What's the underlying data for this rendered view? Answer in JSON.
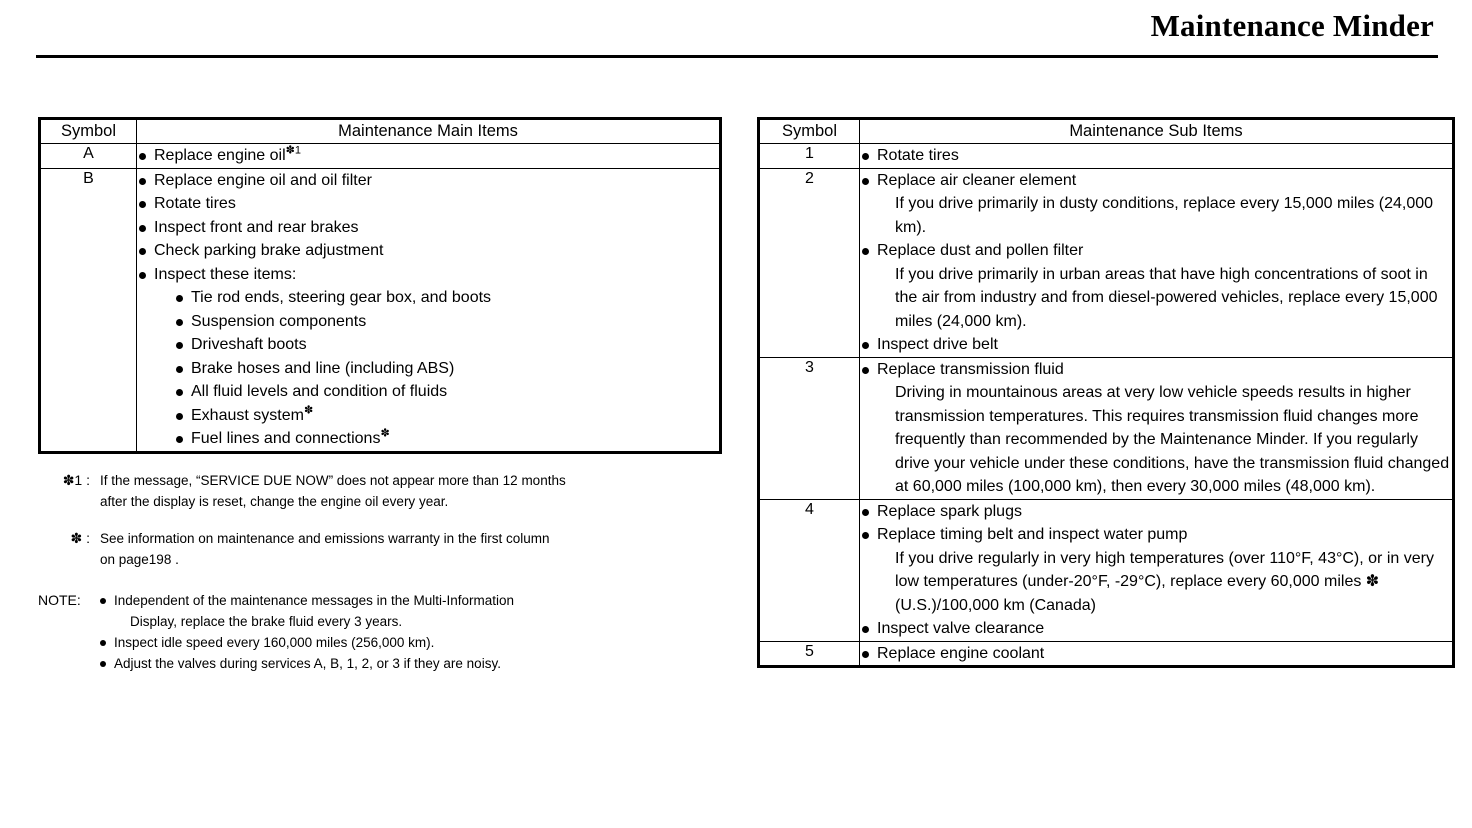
{
  "header": {
    "title": "Maintenance Minder"
  },
  "main_table": {
    "headers": [
      "Symbol",
      "Maintenance Main Items"
    ],
    "rows": [
      {
        "symbol": "A",
        "items": [
          {
            "text": "Replace engine oil",
            "sup": "✽1"
          }
        ]
      },
      {
        "symbol": "B",
        "items": [
          {
            "text": "Replace engine oil and oil filter"
          },
          {
            "text": "Rotate tires"
          },
          {
            "text": "Inspect front and rear brakes"
          },
          {
            "text": "Check parking brake adjustment"
          },
          {
            "text": "Inspect these items:",
            "children": [
              {
                "text": "Tie rod ends, steering gear box, and boots"
              },
              {
                "text": "Suspension components"
              },
              {
                "text": "Driveshaft boots"
              },
              {
                "text": "Brake hoses and line (including ABS)"
              },
              {
                "text": "All fluid levels and condition of fluids"
              },
              {
                "text": "Exhaust system",
                "sup": "✽"
              },
              {
                "text": "Fuel lines and connections",
                "sup": "✽"
              }
            ]
          }
        ]
      }
    ]
  },
  "sub_table": {
    "headers": [
      "Symbol",
      "Maintenance Sub Items"
    ],
    "rows": [
      {
        "symbol": "1",
        "items": [
          {
            "text": "Rotate tires"
          }
        ]
      },
      {
        "symbol": "2",
        "items": [
          {
            "text": "Replace air cleaner element",
            "desc": "If you drive primarily in dusty conditions, replace every 15,000 miles (24,000 km)."
          },
          {
            "text": "Replace dust and pollen filter",
            "desc": "If you drive primarily in urban areas that have high concentrations of soot in the air from industry and from diesel-powered vehicles, replace every 15,000 miles (24,000 km)."
          },
          {
            "text": "Inspect drive belt"
          }
        ]
      },
      {
        "symbol": "3",
        "items": [
          {
            "text": "Replace transmission fluid",
            "desc": "Driving in mountainous areas at very low vehicle speeds results in higher transmission temperatures. This requires transmission fluid changes more frequently than recommended by the Maintenance Minder. If you regularly drive your vehicle under these conditions, have the transmission fluid changed at 60,000 miles (100,000 km), then every 30,000 miles (48,000 km)."
          }
        ]
      },
      {
        "symbol": "4",
        "items": [
          {
            "text": "Replace spark plugs"
          },
          {
            "text": "Replace timing belt and inspect water pump",
            "desc": "If you drive regularly in very high temperatures (over 110°F, 43°C), or in very low temperatures (under-20°F, -29°C), replace every 60,000 miles ✽ (U.S.)/100,000 km (Canada)"
          },
          {
            "text": "Inspect valve clearance"
          }
        ]
      },
      {
        "symbol": "5",
        "items": [
          {
            "text": "Replace engine coolant"
          }
        ]
      }
    ]
  },
  "footnotes": [
    {
      "mark": "✽1 :",
      "line1": "If the message, “SERVICE DUE NOW” does not appear more than 12 months",
      "line2": "after the display is reset, change the engine oil every year."
    },
    {
      "mark": "✽ :",
      "line1": "See information on maintenance and emissions warranty in the first column",
      "line2": "on page198 ."
    }
  ],
  "note": {
    "label": "NOTE:",
    "items": [
      {
        "text": "Independent of the maintenance messages in the Multi-Information",
        "sub": "Display, replace the brake fluid every 3 years."
      },
      {
        "text": "Inspect idle speed every 160,000 miles (256,000 km)."
      },
      {
        "text": "Adjust the valves during services A, B, 1, 2, or 3 if they are noisy."
      }
    ]
  }
}
